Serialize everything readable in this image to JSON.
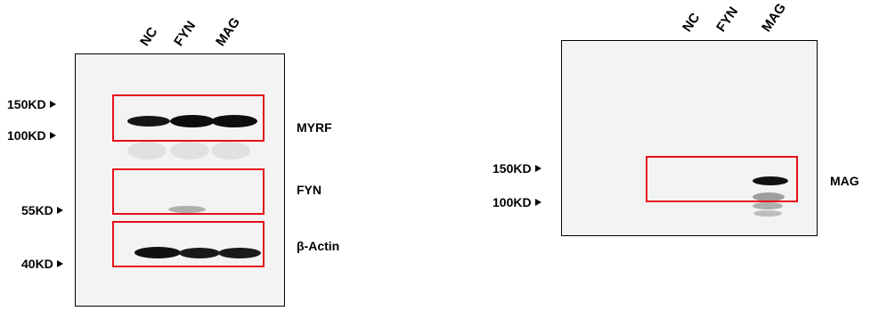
{
  "left_panel": {
    "lanes": [
      "NC",
      "FYN",
      "MAG"
    ],
    "markers": [
      "150KD",
      "100KD",
      "55KD",
      "40KD"
    ],
    "proteins": [
      "MYRF",
      "FYN",
      "β-Actin"
    ]
  },
  "right_panel": {
    "lanes": [
      "NC",
      "FYN",
      "MAG"
    ],
    "markers": [
      "150KD",
      "100KD"
    ],
    "proteins": [
      "MAG"
    ]
  },
  "colors": {
    "highlight_box": "#e8101a",
    "membrane_background": "#f2f2f2",
    "band": "#111111"
  }
}
